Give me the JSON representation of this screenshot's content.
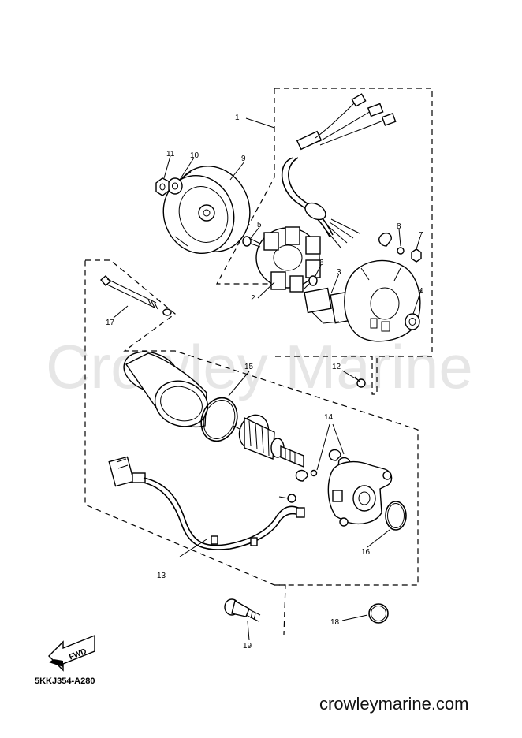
{
  "watermark": "Crowley Marine",
  "diagram_code": "5KKJ354-A280",
  "website": "crowleymarine.com",
  "fwd_label": "FWD",
  "callouts": {
    "c1": "1",
    "c2": "2",
    "c3": "3",
    "c4": "4",
    "c5": "5",
    "c6": "6",
    "c7": "7",
    "c8": "8",
    "c9": "9",
    "c10": "10",
    "c11": "11",
    "c12": "12",
    "c13": "13",
    "c14": "14",
    "c15": "15",
    "c16": "16",
    "c17": "17",
    "c18": "18",
    "c19": "19"
  }
}
